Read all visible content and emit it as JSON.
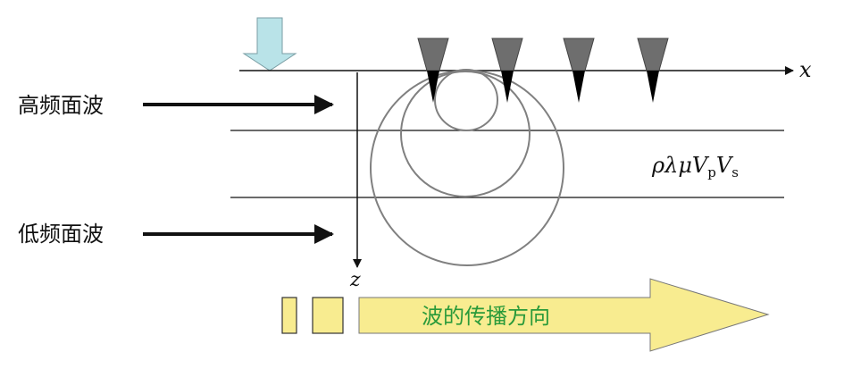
{
  "labels": {
    "high_freq": "高频面波",
    "low_freq": "低频面波",
    "x_axis": "x",
    "z_axis": "z",
    "params_main": "ρλμV",
    "params_sub_p": "p",
    "params_V": "V",
    "params_sub_s": "s",
    "propagation": "波的传播方向"
  },
  "colors": {
    "source_arrow": "#b9e3e8",
    "geophone": "#6e6e6e",
    "wavefront": "#808080",
    "propagation_fill": "#f8ec90",
    "propagation_text": "#2a9a3a"
  }
}
